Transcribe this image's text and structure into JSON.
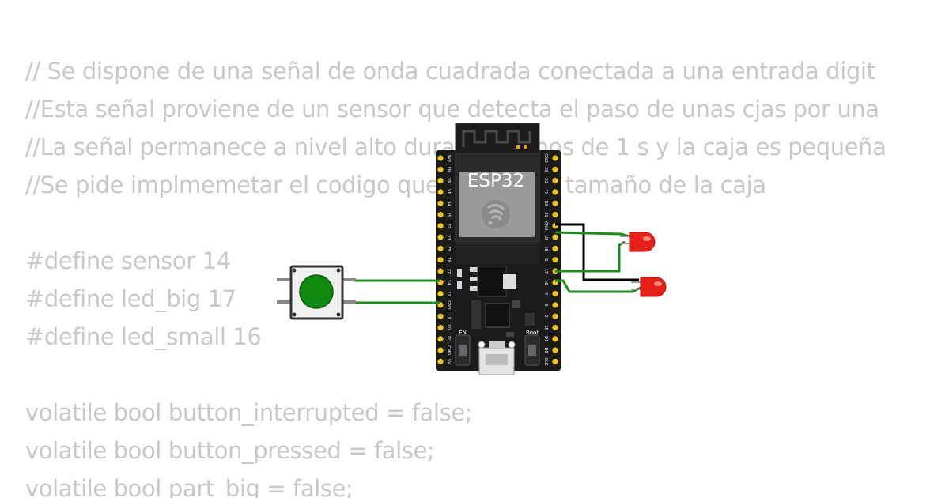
{
  "code": {
    "lines": [
      "// Se dispone de una señal de onda cuadrada conectada a una entrada digit",
      "//Esta señal proviene de un sensor que detecta el paso de unas cjas por una",
      "//La señal permanece a nivel alto durante menos de 1 s y la caja es pequeña",
      "//Se pide implmemetar el codigo que detecte el tamaño de la caja",
      "",
      "#define sensor 14",
      "#define led_big 17",
      "#define led_small 16",
      "",
      "volatile bool button_interrupted = false;",
      "volatile bool button_pressed = false;",
      "volatile bool part_big = false;"
    ]
  },
  "board": {
    "chip_label": "ESP32",
    "left_pins": [
      "3V3",
      "EN",
      "VP",
      "VN",
      "34",
      "35",
      "32",
      "33",
      "25",
      "26",
      "27",
      "14",
      "12",
      "GND",
      "13",
      "D2",
      "D3",
      "CMD",
      "5V"
    ],
    "right_pins": [
      "GND",
      "23",
      "22",
      "TX",
      "RX",
      "21",
      "GND",
      "19",
      "18",
      "5",
      "17",
      "16",
      "4",
      "0",
      "2",
      "15",
      "D1",
      "D0",
      "CLK"
    ],
    "en_label": "EN",
    "boot_label": "Boot"
  },
  "colors": {
    "code_text": "#c8c8c8",
    "board": "#1b1b1b",
    "pin": "#f2c418",
    "wire_green": "#1a8c1a",
    "wire_black": "#000000",
    "led_red": "#e8201a",
    "button_cap": "#0f8a0f"
  }
}
